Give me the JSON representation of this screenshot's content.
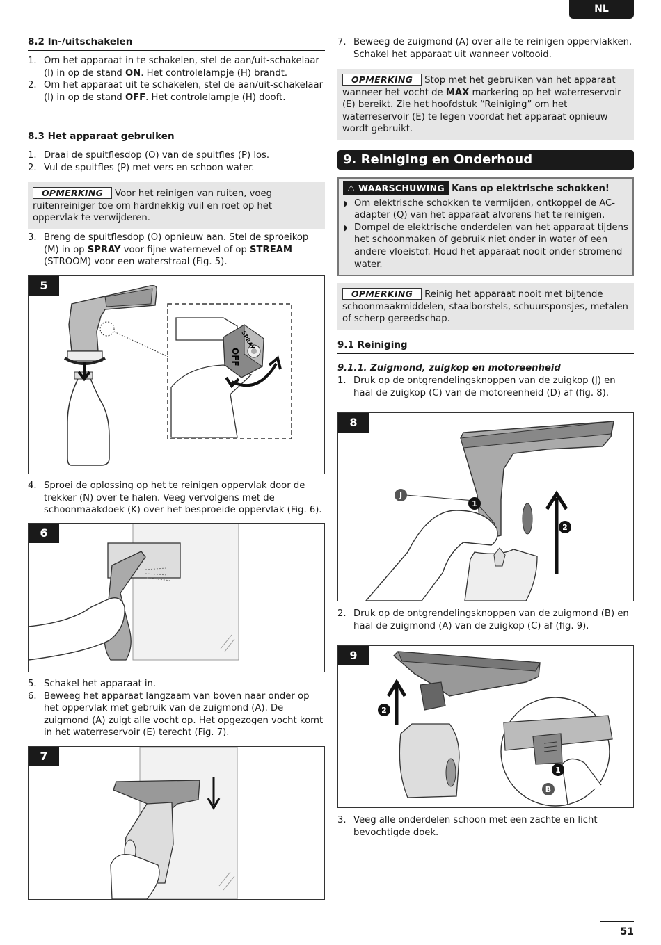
{
  "language_tab": "NL",
  "page_number": "51",
  "left": {
    "s82_title": "8.2 In-/uitschakelen",
    "s82_steps": [
      {
        "n": "1.",
        "pre": "Om het apparaat in te schakelen, stel de aan/uit-schakelaar (I) in op de stand ",
        "bold": "ON",
        "post": ". Het controlelampje (H) brandt."
      },
      {
        "n": "2.",
        "pre": "Om het apparaat uit te schakelen, stel de aan/uit-schakelaar (I) in op de stand ",
        "bold": "OFF",
        "post": ". Het controlelampje (H) dooft."
      }
    ],
    "s83_title": "8.3 Het apparaat gebruiken",
    "s83_steps": [
      {
        "n": "1.",
        "text": "Draai de spuitflesdop (O) van de spuitfles (P) los."
      },
      {
        "n": "2.",
        "text": "Vul de spuitfles (P) met vers en schoon water."
      }
    ],
    "note1_tag": "OPMERKING",
    "note1_text": "Voor het reinigen van ruiten, voeg ruitenreiniger toe om hardnekkig vuil en roet op het oppervlak te verwijderen.",
    "step3": {
      "n": "3.",
      "a": "Breng de spuitflesdop (O) opnieuw aan. Stel de sproeikop (M) in op ",
      "b1": "SPRAY",
      "c": " voor fijne waternevel of op ",
      "b2": "STREAM",
      "d": " (STROOM) voor een waterstraal (Fig. 5)."
    },
    "fig5_label": "5",
    "fig5_spray": "SPRAY",
    "fig5_off": "OFF",
    "step4": {
      "n": "4.",
      "text": "Sproei de oplossing op het te reinigen oppervlak door de trekker (N) over te halen. Veeg vervolgens met de schoonmaakdoek (K) over het besproeide oppervlak (Fig. 6)."
    },
    "fig6_label": "6",
    "step5": {
      "n": "5.",
      "text": "Schakel het apparaat in."
    },
    "step6": {
      "n": "6.",
      "text": "Beweeg het apparaat langzaam van boven naar onder op het oppervlak met gebruik van de zuigmond (A). De zuigmond (A) zuigt alle vocht op. Het opgezogen vocht komt in het waterreservoir (E) terecht (Fig. 7)."
    },
    "fig7_label": "7"
  },
  "right": {
    "step7": {
      "n": "7.",
      "text": "Beweeg de zuigmond (A) over alle te reinigen oppervlakken. Schakel het apparaat uit wanneer voltooid."
    },
    "note2_tag": "OPMERKING",
    "note2": {
      "a": "Stop met het gebruiken van het apparaat wanneer het vocht de ",
      "b": "MAX",
      "c": " markering op het waterreservoir (E) bereikt. Zie het hoofdstuk “Reiniging” om het waterreservoir (E) te legen voordat het apparaat opnieuw wordt gebruikt."
    },
    "section9_title": "9. Reiniging en Onderhoud",
    "warning_tag": "WAARSCHUWING",
    "warning_title": "Kans op elektrische schokken!",
    "warning_items": [
      "Om elektrische schokken te vermijden, ontkoppel de AC-adapter (Q) van het apparaat alvorens het te reinigen.",
      "Dompel de elektrische onderdelen van het apparaat tijdens het schoonmaken of gebruik niet onder in water of een andere vloeistof. Houd het apparaat nooit onder stromend water."
    ],
    "note3_tag": "OPMERKING",
    "note3_text": "Reinig het apparaat nooit met bijtende schoonmaakmiddelen, staalborstels, schuursponsjes, metalen of scherp gereedschap.",
    "s91_title": "9.1 Reiniging",
    "s911_title": "9.1.1. Zuigmond, zuigkop en motoreenheid",
    "r_step1": {
      "n": "1.",
      "text": "Druk op de ontgrendelingsknoppen van de zuigkop (J) en haal de zuigkop (C) van de motoreenheid (D) af (fig. 8)."
    },
    "fig8_label": "8",
    "fig8_j": "J",
    "fig8_1": "1",
    "fig8_2": "2",
    "r_step2": {
      "n": "2.",
      "text": "Druk op de ontgrendelingsknoppen van de zuigmond (B) en haal de zuigmond (A) van de zuigkop (C) af (fig. 9)."
    },
    "fig9_label": "9",
    "fig9_2": "2",
    "fig9_1": "1",
    "fig9_b": "B",
    "r_step3": {
      "n": "3.",
      "text": "Veeg alle onderdelen schoon met een zachte en licht bevochtigde doek."
    }
  }
}
